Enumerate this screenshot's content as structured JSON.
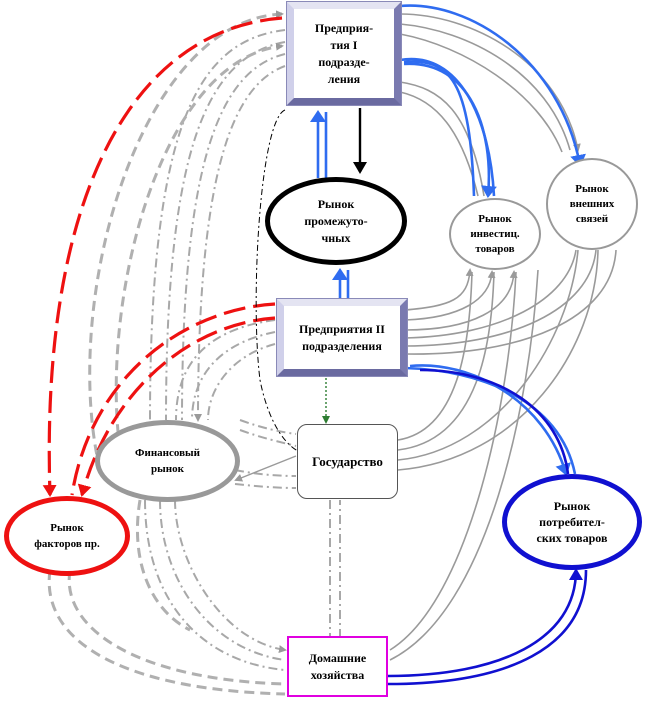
{
  "nodes": {
    "enterprises_1": "Предприя-\nтия I\nподразде-\nления",
    "intermediate_market": "Рынок\nпромежуто-\nчных",
    "investment_market": "Рынок\nинвестиц.\nтоваров",
    "external_market": "Рынок\nвнешних\nсвязей",
    "enterprises_2": "Предприятия II\nподразделения",
    "financial_market": "Финансовый\nрынок",
    "state": "Государство",
    "factor_market": "Рынок\nфакторов пр.",
    "consumer_market": "Рынок\nпотребител-\nских товаров",
    "households": "Домашние\nхозяйства"
  },
  "colors": {
    "red": "#ee1111",
    "gray": "#9a9a9a",
    "blue": "#2f6cf0",
    "dark_blue": "#1010d0",
    "black": "#000000",
    "magenta": "#e000e0",
    "green": "#2e7d32"
  }
}
